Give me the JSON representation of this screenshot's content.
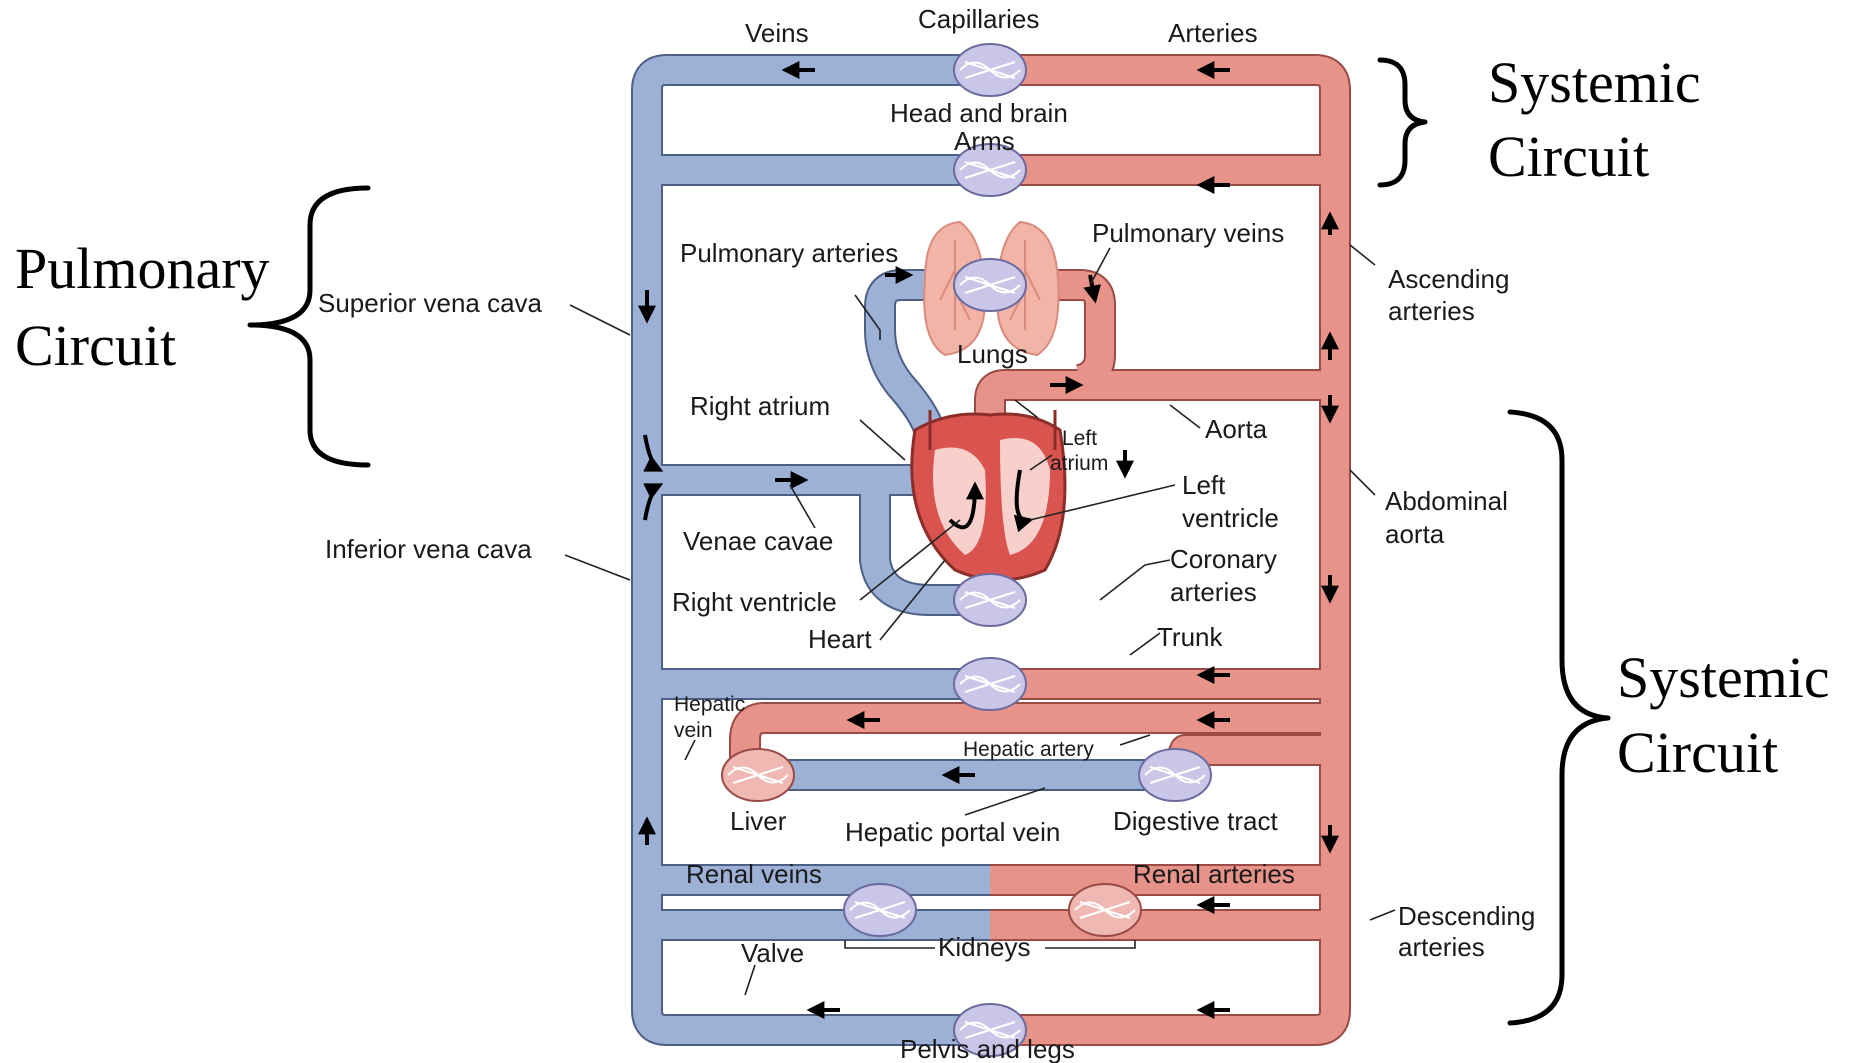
{
  "colors": {
    "veins": "#9db1d6",
    "arteries": "#e8938a",
    "capillary_bed": "#c9c6e8",
    "lungs": "#f2b4a6",
    "heart": "#d9534f"
  },
  "circuits": {
    "systemic_upper": {
      "line1": "Systemic",
      "line2": "Circuit"
    },
    "pulmonary": {
      "line1": "Pulmonary",
      "line2": "Circuit"
    },
    "systemic_lower": {
      "line1": "Systemic",
      "line2": "Circuit"
    }
  },
  "labels": {
    "veins": "Veins",
    "capillaries": "Capillaries",
    "arteries": "Arteries",
    "head_and_brain": "Head and brain",
    "arms": "Arms",
    "pulmonary_arteries": "Pulmonary arteries",
    "pulmonary_veins": "Pulmonary veins",
    "superior_vena_cava": "Superior vena cava",
    "ascending_arteries_1": "Ascending",
    "ascending_arteries_2": "arteries",
    "lungs": "Lungs",
    "right_atrium": "Right atrium",
    "aorta": "Aorta",
    "left_atrium_1": "Left",
    "left_atrium_2": "atrium",
    "left_ventricle_1": "Left",
    "left_ventricle_2": "ventricle",
    "abdominal_aorta_1": "Abdominal",
    "abdominal_aorta_2": "aorta",
    "inferior_vena_cava": "Inferior vena cava",
    "venae_cavae": "Venae cavae",
    "coronary_arteries_1": "Coronary",
    "coronary_arteries_2": "arteries",
    "right_ventricle": "Right ventricle",
    "heart": "Heart",
    "trunk": "Trunk",
    "hepatic_vein_1": "Hepatic",
    "hepatic_vein_2": "vein",
    "hepatic_artery": "Hepatic artery",
    "liver": "Liver",
    "hepatic_portal_vein": "Hepatic portal vein",
    "digestive_tract": "Digestive tract",
    "renal_veins": "Renal veins",
    "renal_arteries": "Renal arteries",
    "descending_arteries_1": "Descending",
    "descending_arteries_2": "arteries",
    "valve": "Valve",
    "kidneys": "Kidneys",
    "pelvis_and_legs": "Pelvis and legs"
  }
}
